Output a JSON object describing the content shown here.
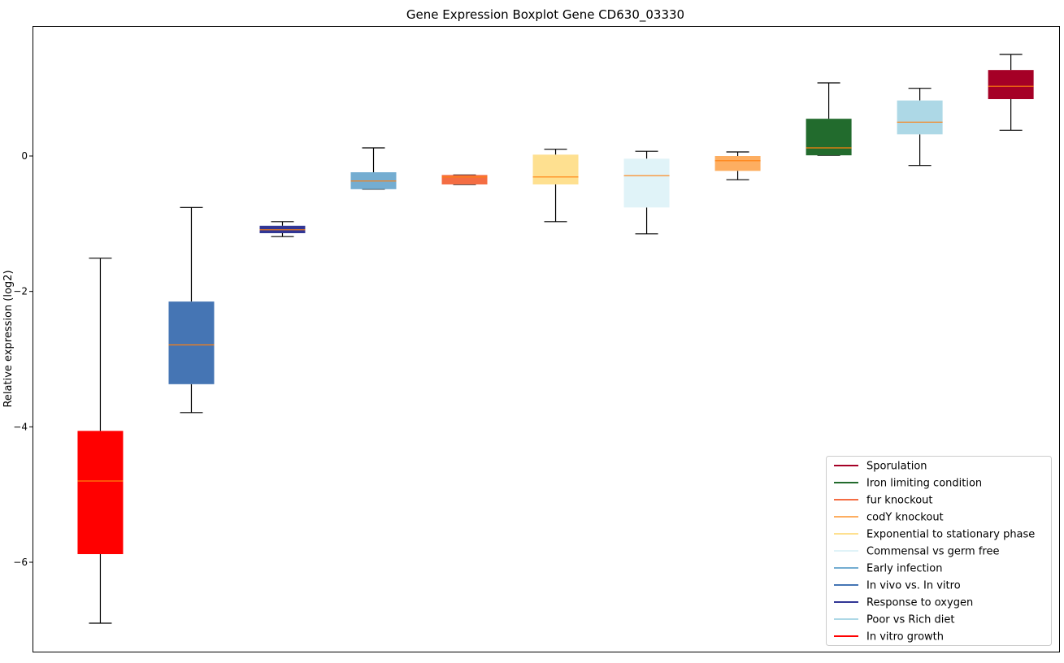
{
  "chart_data": {
    "type": "box",
    "title": "Gene Expression Boxplot Gene CD630_03330",
    "xlabel": "",
    "ylabel": "Relative expression (log2)",
    "ylim": [
      -7.32,
      1.92
    ],
    "yticks": [
      0,
      -2,
      -4,
      -6
    ],
    "ytick_labels": [
      "0",
      "−2",
      "−4",
      "−6"
    ],
    "grid": false,
    "legend_placement": "lower-right",
    "median_color": "#ff7f0e",
    "series": [
      {
        "name": "In vitro growth",
        "color": "#ff0000",
        "whislo": -6.9,
        "q1": -5.88,
        "med": -4.8,
        "q3": -4.06,
        "whishi": -1.51
      },
      {
        "name": "In vivo vs. In vitro",
        "color": "#4575b4",
        "whislo": -3.79,
        "q1": -3.37,
        "med": -2.79,
        "q3": -2.15,
        "whishi": -0.76
      },
      {
        "name": "Response to oxygen",
        "color": "#313695",
        "whislo": -1.19,
        "q1": -1.14,
        "med": -1.09,
        "q3": -1.03,
        "whishi": -0.97
      },
      {
        "name": "Early infection",
        "color": "#74add1",
        "whislo": -0.49,
        "q1": -0.49,
        "med": -0.37,
        "q3": -0.24,
        "whishi": 0.12
      },
      {
        "name": "fur knockout",
        "color": "#f46d43",
        "whislo": -0.42,
        "q1": -0.42,
        "med": -0.31,
        "q3": -0.28,
        "whishi": -0.28
      },
      {
        "name": "Exponential to stationary phase",
        "color": "#fee090",
        "whislo": -0.97,
        "q1": -0.42,
        "med": -0.31,
        "q3": 0.02,
        "whishi": 0.1
      },
      {
        "name": "Commensal vs germ free",
        "color": "#e0f3f8",
        "whislo": -1.15,
        "q1": -0.76,
        "med": -0.29,
        "q3": -0.04,
        "whishi": 0.07
      },
      {
        "name": "codY knockout",
        "color": "#fdae61",
        "whislo": -0.35,
        "q1": -0.22,
        "med": -0.07,
        "q3": 0.0,
        "whishi": 0.06
      },
      {
        "name": "Iron limiting condition",
        "color": "#226b2d",
        "whislo": 0.01,
        "q1": 0.01,
        "med": 0.12,
        "q3": 0.55,
        "whishi": 1.08
      },
      {
        "name": "Poor vs Rich diet",
        "color": "#add8e6",
        "whislo": -0.14,
        "q1": 0.32,
        "med": 0.5,
        "q3": 0.82,
        "whishi": 1.0
      },
      {
        "name": "Sporulation",
        "color": "#a50026",
        "whislo": 0.38,
        "q1": 0.84,
        "med": 1.03,
        "q3": 1.27,
        "whishi": 1.5
      }
    ],
    "legend_order": [
      "Sporulation",
      "Iron limiting condition",
      "fur knockout",
      "codY knockout",
      "Exponential to stationary phase",
      "Commensal vs germ free",
      "Early infection",
      "In vivo vs. In vitro",
      "Response to oxygen",
      "Poor vs Rich diet",
      "In vitro growth"
    ]
  }
}
